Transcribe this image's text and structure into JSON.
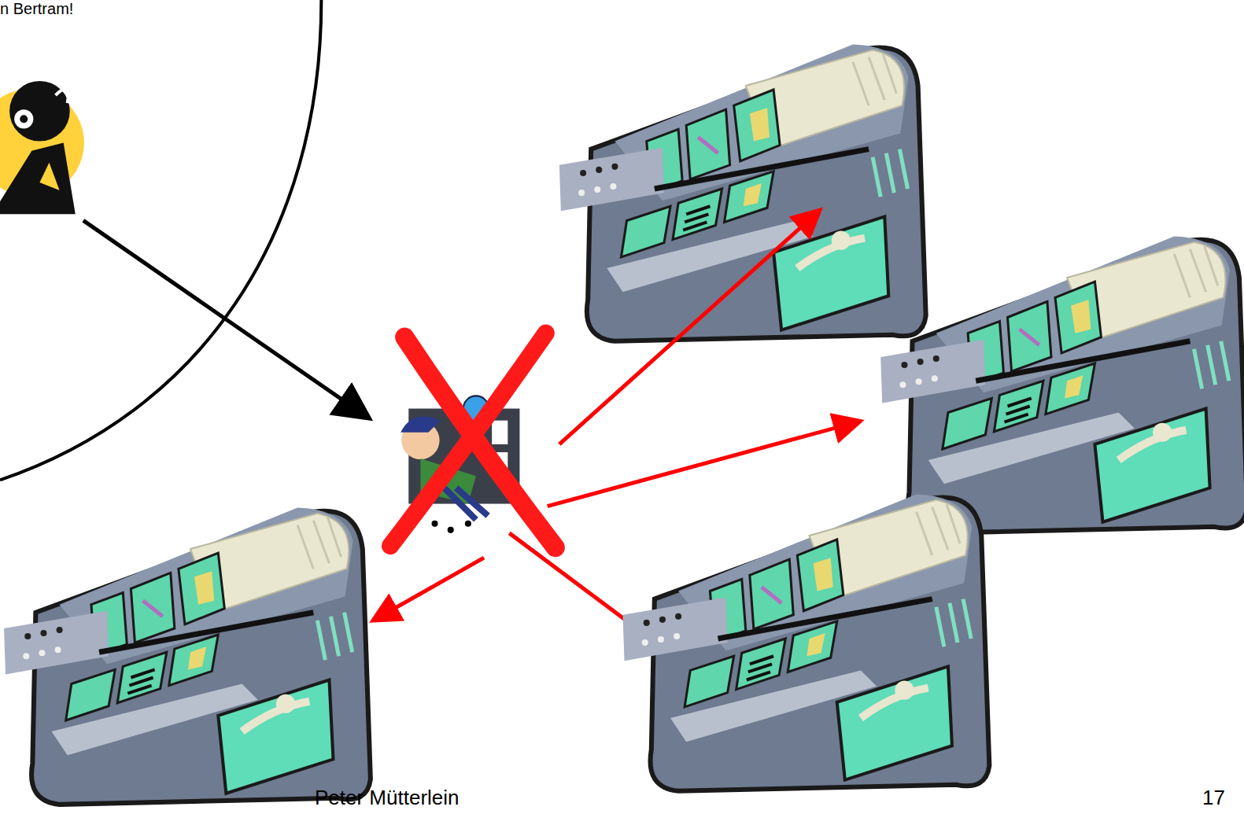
{
  "diagram": {
    "labels": [
      "n Bertram!",
      "Peter Mütterlein",
      "17"
    ]
  }
}
